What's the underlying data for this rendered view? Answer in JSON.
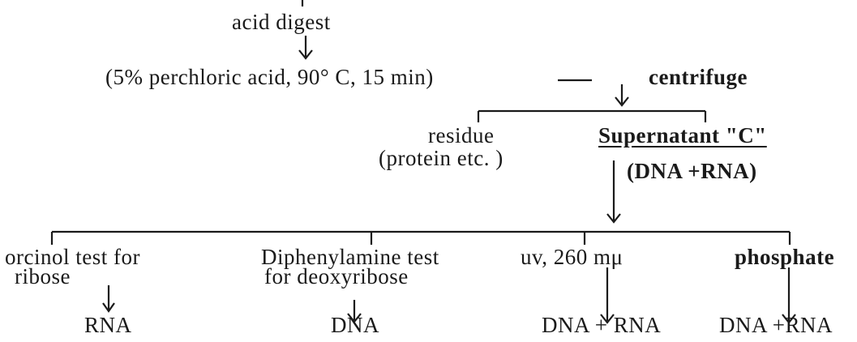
{
  "diagram": {
    "step_acid_digest": "acid digest",
    "step_conditions": "(5% perchloric acid, 90° C, 15 min)",
    "step_centrifuge": "centrifuge",
    "residue": "residue",
    "residue_detail": "(protein etc. )",
    "supernatant": "Supernatant \"C\"",
    "supernatant_detail": "(DNA +RNA)",
    "tests": [
      {
        "label_line1": "orcinol test for",
        "label_line2": "ribose",
        "result": "RNA"
      },
      {
        "label_line1": "Diphenylamine test",
        "label_line2": "for deoxyribose",
        "result": "DNA"
      },
      {
        "label_line1": "uv, 260 mμ",
        "label_line2": "",
        "result": "DNA + RNA"
      },
      {
        "label_line1": "phosphate",
        "label_line2": "",
        "result": "DNA +RNA"
      }
    ]
  }
}
